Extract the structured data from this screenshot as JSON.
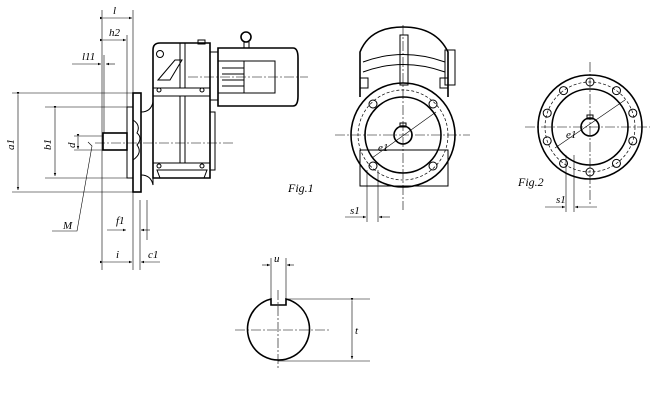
{
  "figures": {
    "fig1": "Fig.1",
    "fig2": "Fig.2"
  },
  "dimensions": {
    "l": "l",
    "h2": "h2",
    "l11": "l11",
    "a1": "a1",
    "b1": "b1",
    "d": "d",
    "M": "M",
    "f1": "f1",
    "i": "i",
    "c1": "c1",
    "e1_fig1": "e1",
    "s1_fig1": "s1",
    "e1_fig2": "e1",
    "s1_fig2": "s1",
    "u": "u",
    "t": "t"
  }
}
